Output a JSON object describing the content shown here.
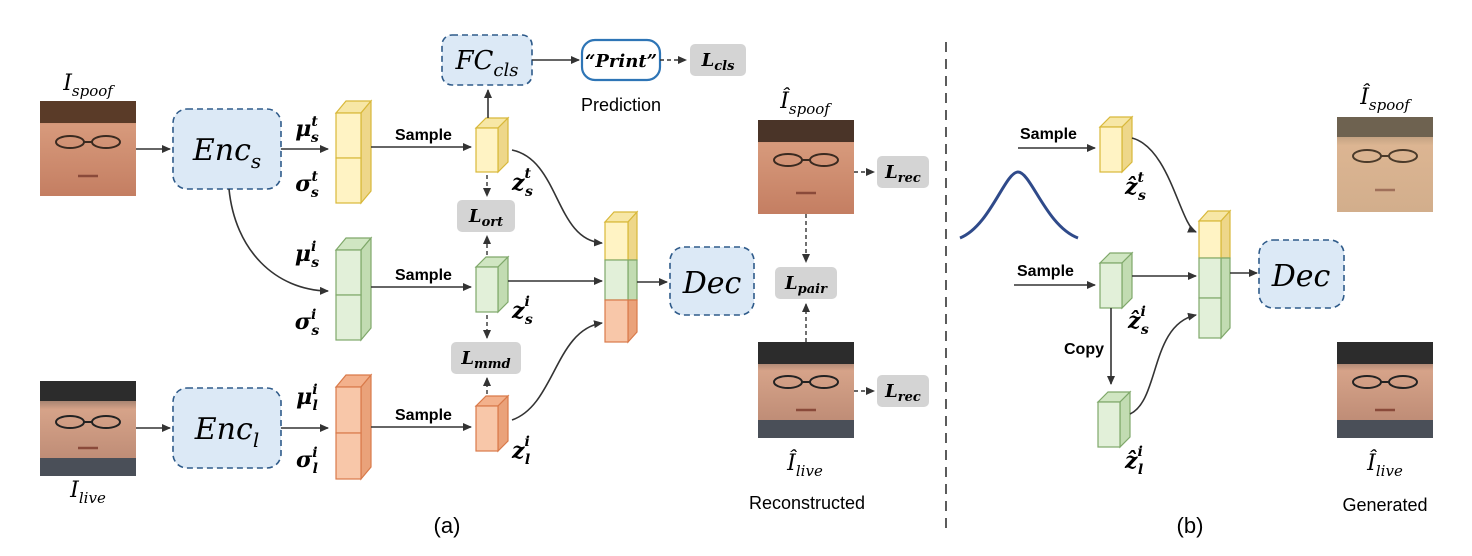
{
  "panel_a": {
    "caption": "(a)",
    "input_spoof": {
      "main": "I",
      "sub": "spoof"
    },
    "input_live": {
      "main": "I",
      "sub": "live"
    },
    "enc_spoof": {
      "main": "Enc",
      "sub": "s"
    },
    "enc_live": {
      "main": "Enc",
      "sub": "l"
    },
    "fc": {
      "main": "FC",
      "sub": "cls"
    },
    "prediction_value": "“Print”",
    "prediction_caption": "Prediction",
    "decoder": "Dec",
    "sample_label": "Sample",
    "stats": {
      "mu_s_t": {
        "main": "μ",
        "sub": "s",
        "sup": "t"
      },
      "sigma_s_t": {
        "main": "σ",
        "sub": "s",
        "sup": "t"
      },
      "mu_s_i": {
        "main": "μ",
        "sub": "s",
        "sup": "i"
      },
      "sigma_s_i": {
        "main": "σ",
        "sub": "s",
        "sup": "i"
      },
      "mu_l_i": {
        "main": "μ",
        "sub": "l",
        "sup": "i"
      },
      "sigma_l_i": {
        "main": "σ",
        "sub": "l",
        "sup": "i"
      }
    },
    "latents": {
      "z_s_t": {
        "main": "z",
        "sub": "s",
        "sup": "t"
      },
      "z_s_i": {
        "main": "z",
        "sub": "s",
        "sup": "i"
      },
      "z_l_i": {
        "main": "z",
        "sub": "l",
        "sup": "i"
      }
    },
    "losses": {
      "cls": {
        "main": "L",
        "sub": "cls"
      },
      "ort": {
        "main": "L",
        "sub": "ort"
      },
      "mmd": {
        "main": "L",
        "sub": "mmd"
      },
      "rec_top": {
        "main": "L",
        "sub": "rec"
      },
      "rec_bottom": {
        "main": "L",
        "sub": "rec"
      },
      "pair": {
        "main": "L",
        "sub": "pair"
      }
    },
    "recon_spoof": {
      "main": "Î",
      "sub": "spoof"
    },
    "recon_live": {
      "main": "Î",
      "sub": "live"
    },
    "recon_caption": "Reconstructed"
  },
  "panel_b": {
    "caption": "(b)",
    "sample_label": "Sample",
    "copy_label": "Copy",
    "decoder": "Dec",
    "latents": {
      "z_s_t": {
        "main": "ẑ",
        "sub": "s",
        "sup": "t"
      },
      "z_s_i": {
        "main": "ẑ",
        "sub": "s",
        "sup": "i"
      },
      "z_l_i": {
        "main": "ẑ",
        "sub": "l",
        "sup": "i"
      }
    },
    "gen_spoof": {
      "main": "Î",
      "sub": "spoof"
    },
    "gen_live": {
      "main": "Î",
      "sub": "live"
    },
    "gen_caption": "Generated"
  },
  "colors": {
    "yellow_fill": "#fff3c4",
    "yellow_stroke": "#d8b83a",
    "green_fill": "#e2f0d9",
    "green_stroke": "#7fa86a",
    "orange_fill": "#f8c7a9",
    "orange_stroke": "#d97a4a",
    "blue_fill": "#dce9f6",
    "blue_stroke": "#2f5b8a",
    "loss_fill": "#d4d4d4",
    "prediction_stroke": "#2e75b6",
    "gaussian": "#2f4a8a"
  }
}
